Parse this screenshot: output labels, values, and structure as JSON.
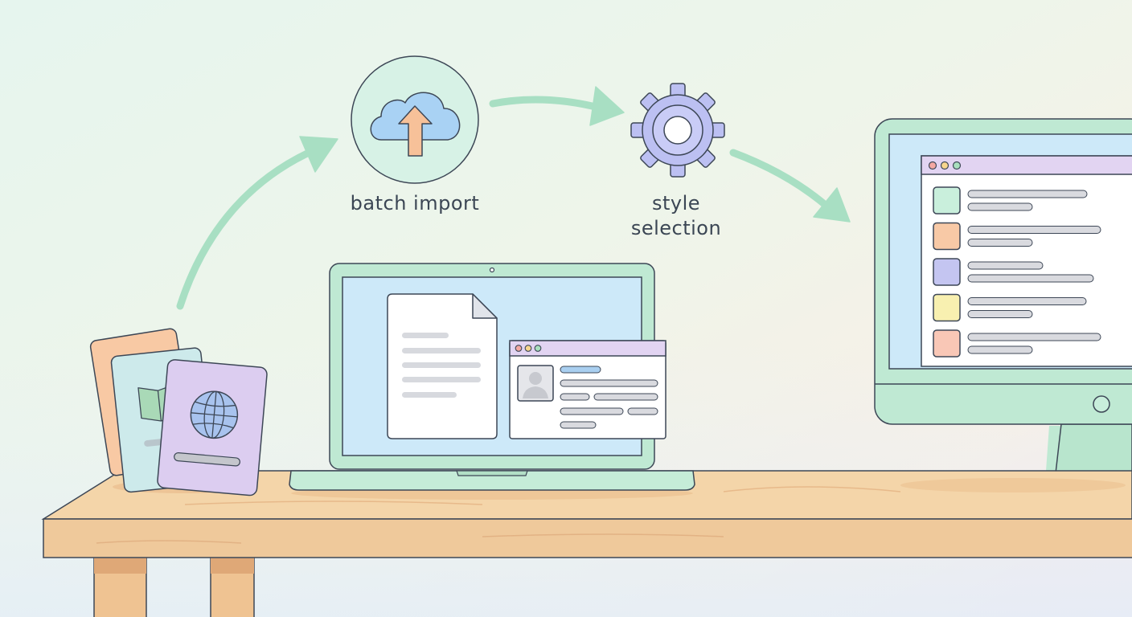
{
  "steps": {
    "import": {
      "label": "batch import",
      "icon": "cloud-upload-icon"
    },
    "style": {
      "label_line1": "style",
      "label_line2": "selection",
      "icon": "gear-icon"
    }
  },
  "colors": {
    "arrow": "#a8dfc3",
    "outline": "#3d4756",
    "device_body": "#bfe9d3",
    "screen": "#cde9f9",
    "desk_top": "#f3d3a6",
    "desk_front": "#eec89a",
    "gear": "#bcc0f2",
    "passport_purple": "#dccdf0",
    "card_orange": "#f8c9a4",
    "card_teal": "#cdeaeb"
  },
  "style_swatches": [
    "#c9efdc",
    "#f8c9a6",
    "#c4c5f1",
    "#f8f0b0",
    "#f9c7b6"
  ]
}
